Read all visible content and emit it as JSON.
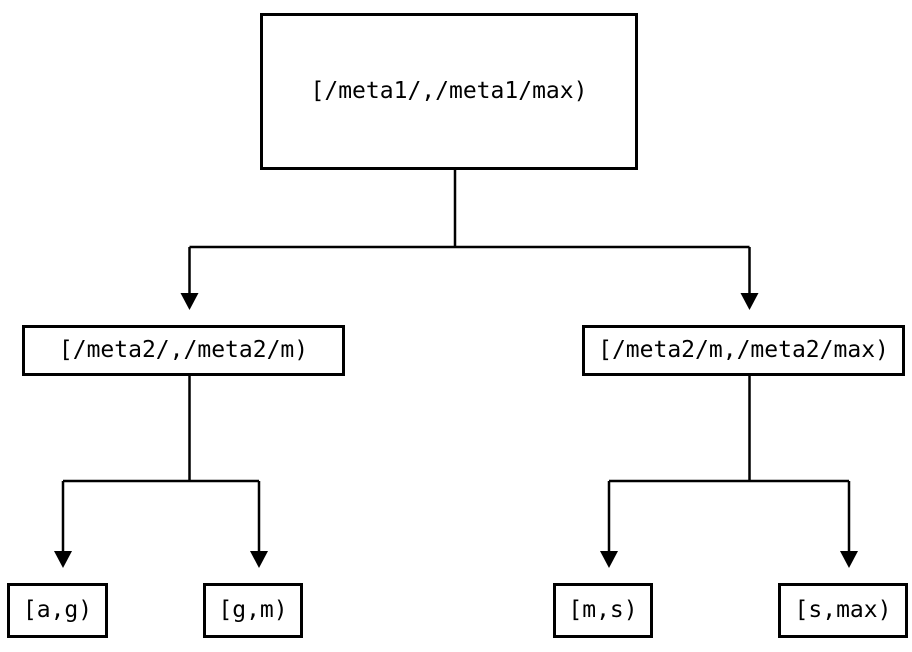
{
  "diagram": {
    "type": "tree",
    "colors": {
      "background": "#ffffff",
      "line": "#000000",
      "text": "#000000"
    },
    "nodes": {
      "root": {
        "label": "[/meta1/,/meta1/max)"
      },
      "meta2_left": {
        "label": "[/meta2/,/meta2/m)"
      },
      "meta2_right": {
        "label": "[/meta2/m,/meta2/max)"
      },
      "leaf_ag": {
        "label": "[a,g)"
      },
      "leaf_gm": {
        "label": "[g,m)"
      },
      "leaf_ms": {
        "label": "[m,s)"
      },
      "leaf_smax": {
        "label": "[s,max)"
      }
    },
    "edges": [
      {
        "from": "root",
        "to": "meta2_left"
      },
      {
        "from": "root",
        "to": "meta2_right"
      },
      {
        "from": "meta2_left",
        "to": "leaf_ag"
      },
      {
        "from": "meta2_left",
        "to": "leaf_gm"
      },
      {
        "from": "meta2_right",
        "to": "leaf_ms"
      },
      {
        "from": "meta2_right",
        "to": "leaf_smax"
      }
    ]
  }
}
